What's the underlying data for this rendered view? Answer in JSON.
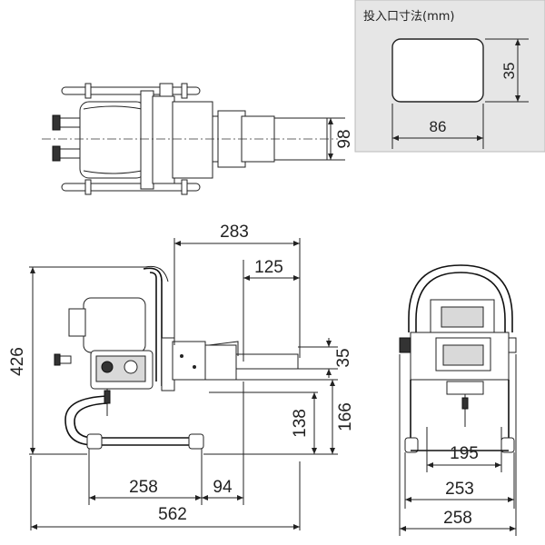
{
  "inlet_box": {
    "title": "投入口寸法(mm)",
    "width_label": "86",
    "height_label": "35"
  },
  "top_view": {
    "width_label": "98"
  },
  "side_view": {
    "height_total": "426",
    "outlet_height": "166",
    "inlet_height": "138",
    "inlet_opening": "35",
    "top_length": "283",
    "top_partial": "125",
    "base_length": "258",
    "base_offset": "94",
    "total_length": "562"
  },
  "front_view": {
    "inner_width": "195",
    "frame_width": "253",
    "total_width": "258"
  },
  "colors": {
    "line": "#222222",
    "inlet_panel_bg": "#e6e6e6"
  }
}
